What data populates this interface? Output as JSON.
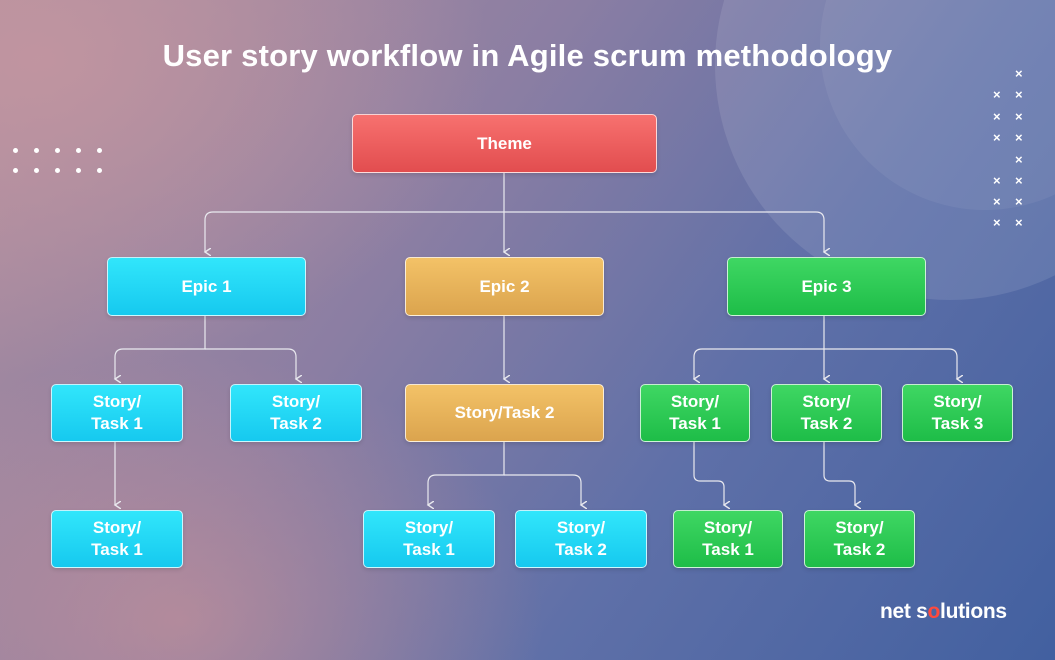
{
  "title": "User story workflow in Agile scrum methodology",
  "brand": {
    "logo_text_1": "net s",
    "logo_accent": "o",
    "logo_text_2": "lutions",
    "accent_color": "#ff4a3d"
  },
  "colors": {
    "theme": "#e8585a",
    "epic1": "#1fd3f2",
    "epic2": "#e6b25a",
    "epic3": "#2ac954",
    "connector": "#e9e9ef"
  },
  "nodes": {
    "theme": "Theme",
    "epic1": "Epic 1",
    "epic2": "Epic 2",
    "epic3": "Epic 3",
    "e1_story1": "Story/\nTask 1",
    "e1_story2": "Story/\nTask 2",
    "e1_story1_child": "Story/\nTask 1",
    "e2_story2": "Story/Task 2",
    "e2_child1": "Story/\nTask 1",
    "e2_child2": "Story/\nTask 2",
    "e3_story1": "Story/\nTask 1",
    "e3_story2": "Story/\nTask 2",
    "e3_story3": "Story/\nTask 3",
    "e3_story1_child": "Story/\nTask 1",
    "e3_story2_child": "Story/\nTask 2"
  }
}
